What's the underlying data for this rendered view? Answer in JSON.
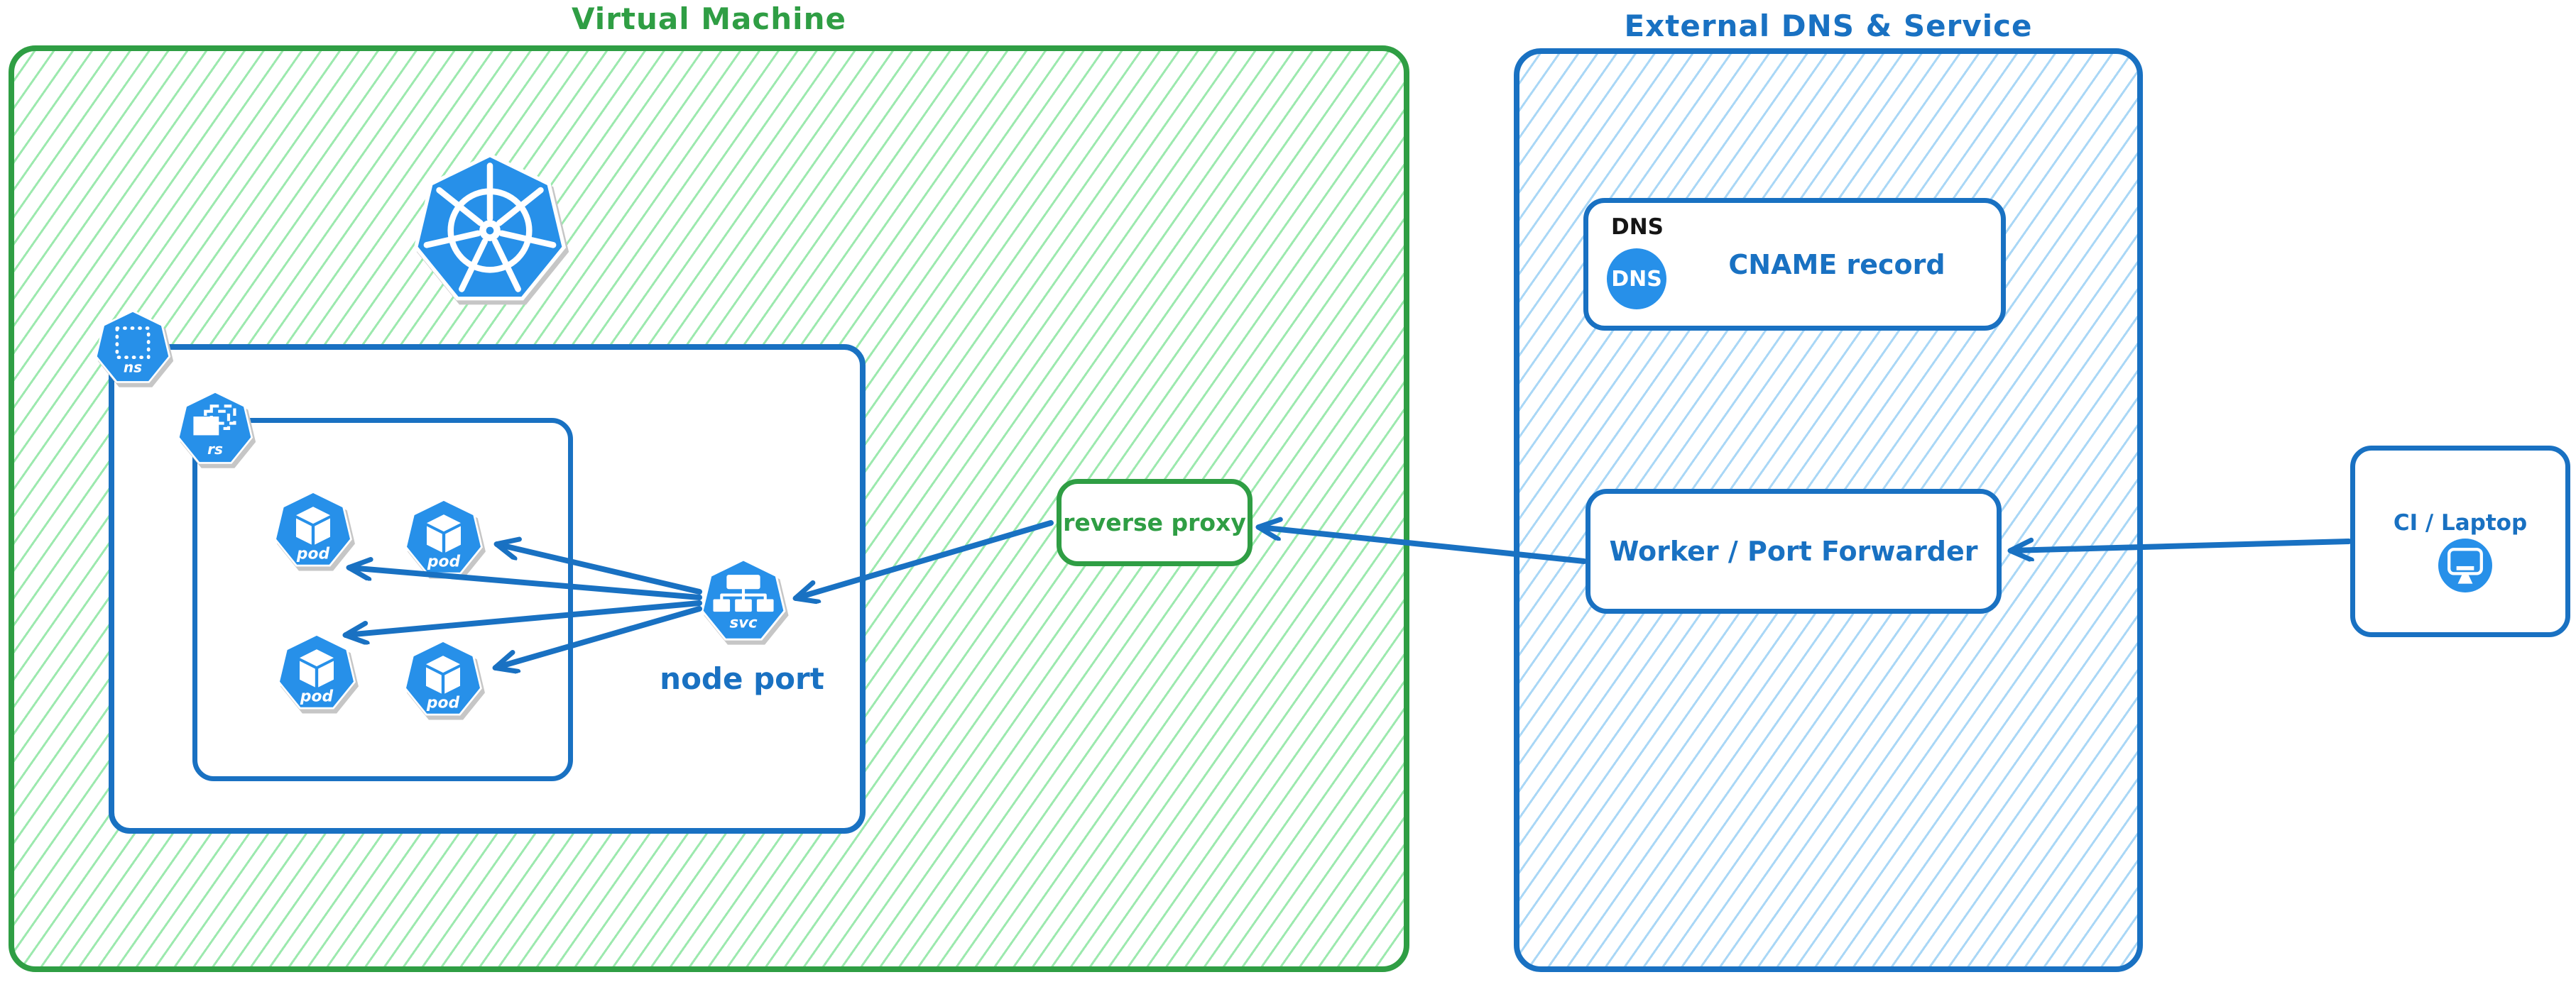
{
  "diagram": {
    "vm_section": {
      "title": "Virtual Machine"
    },
    "dns_section": {
      "title": "External DNS & Service"
    },
    "nodes": {
      "reverse_proxy": "reverse proxy",
      "node_port": "node port",
      "dns_record": {
        "kind_label": "DNS",
        "icon_label": "DNS",
        "text": "CNAME record"
      },
      "worker": "Worker / Port Forwarder",
      "ci_laptop": "CI / Laptop"
    },
    "k8s_icons": {
      "pod": "pod",
      "svc": "svc",
      "ns": "ns",
      "rs": "rs"
    },
    "edges": [
      {
        "from": "ci-laptop",
        "to": "worker-port-forwarder"
      },
      {
        "from": "worker-port-forwarder",
        "to": "reverse-proxy"
      },
      {
        "from": "reverse-proxy",
        "to": "node-port-service"
      },
      {
        "from": "node-port-service",
        "to": "pod-1"
      },
      {
        "from": "node-port-service",
        "to": "pod-2"
      },
      {
        "from": "node-port-service",
        "to": "pod-3"
      },
      {
        "from": "node-port-service",
        "to": "pod-4"
      }
    ]
  },
  "colors": {
    "green_stroke": "#2f9e44",
    "green_hatch": "#9ce9ae",
    "blue_stroke": "#1971c2",
    "blue_hatch": "#a9d7f6",
    "icon_blue": "#2790e9",
    "icon_shadow": "#c6c6c6",
    "black_text": "#151515",
    "canvas_bg": "#ffffff"
  }
}
